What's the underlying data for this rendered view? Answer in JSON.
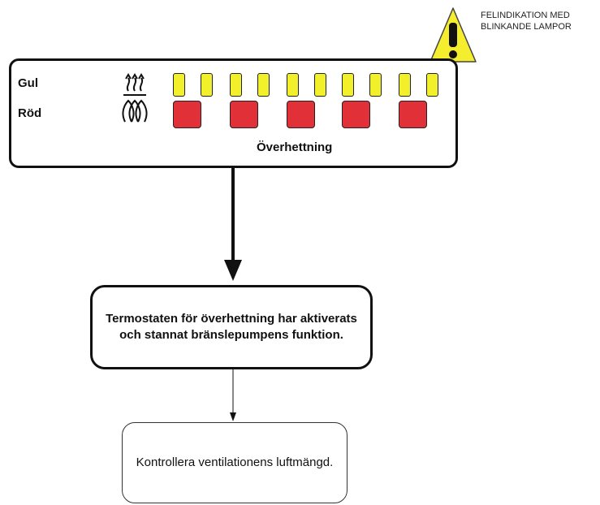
{
  "warning": {
    "lines": [
      "FELINDIKATION MED",
      "BLINKANDE LAMPOR"
    ],
    "icon": "warning-triangle-icon",
    "color": "#f4ee2e"
  },
  "panel": {
    "row_labels": {
      "yellow": "Gul",
      "red": "Röd"
    },
    "icon": "heat-element-icon",
    "caption": "Överhettning",
    "lamp_groups": 5,
    "colors": {
      "yellow": "#f2ef2b",
      "red": "#e23038"
    }
  },
  "steps": {
    "cause": "Termostaten för överhettning har aktiverats och stannat bränslepumpens funktion.",
    "action": "Kontrollera ventilationens luftmängd."
  }
}
